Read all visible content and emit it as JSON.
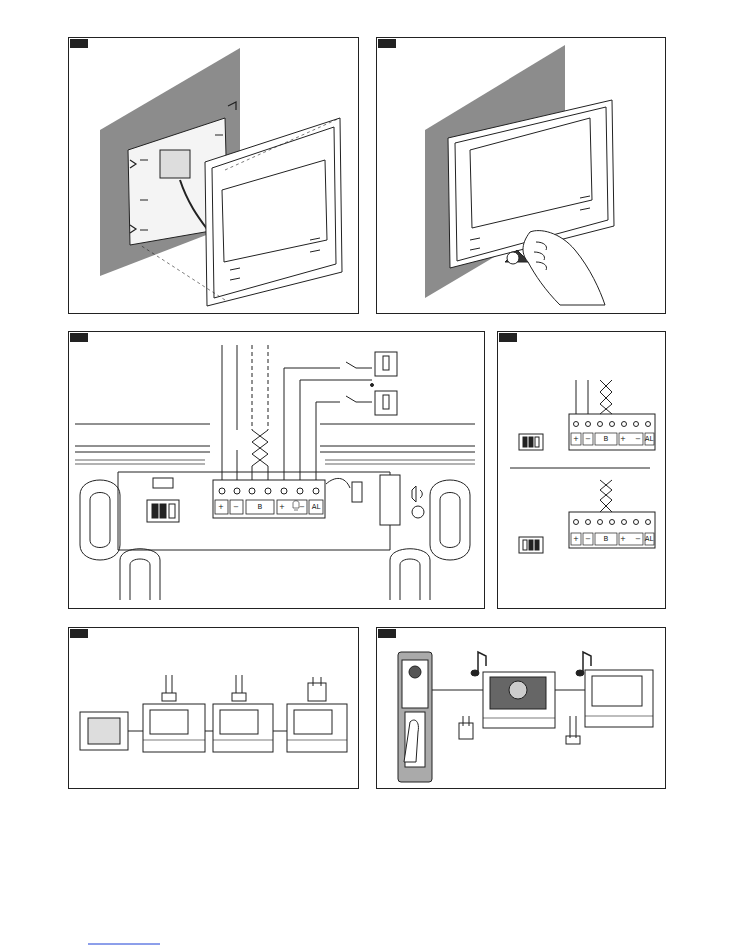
{
  "diagram": {
    "labels": [
      "+",
      "−",
      "B",
      "+",
      "−",
      "AL",
      "+",
      "−",
      "B",
      "+",
      "−",
      "AL",
      "+",
      "−",
      "B",
      "+",
      "−",
      "AL"
    ]
  }
}
